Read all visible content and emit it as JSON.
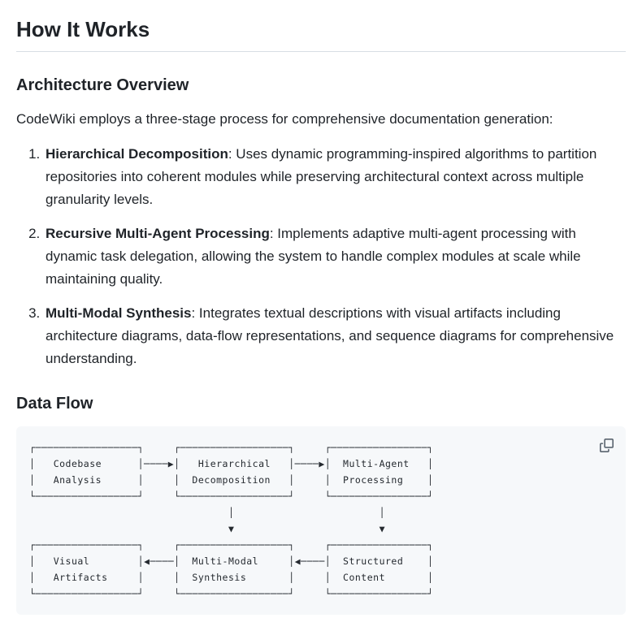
{
  "page": {
    "title": "How It Works"
  },
  "architecture": {
    "heading": "Architecture Overview",
    "intro": "CodeWiki employs a three-stage process for comprehensive documentation generation:",
    "list": [
      {
        "term": "Hierarchical Decomposition",
        "description": ": Uses dynamic programming-inspired algorithms to partition repositories into coherent modules while preserving architectural context across multiple granularity levels."
      },
      {
        "term": "Recursive Multi-Agent Processing",
        "description": ": Implements adaptive multi-agent processing with dynamic task delegation, allowing the system to handle complex modules at scale while maintaining quality."
      },
      {
        "term": "Multi-Modal Synthesis",
        "description": ": Integrates textual descriptions with visual artifacts including architecture diagrams, data-flow representations, and sequence diagrams for comprehensive understanding."
      }
    ]
  },
  "data_flow": {
    "heading": "Data Flow",
    "diagram_ascii": "┌─────────────────┐     ┌──────────────────┐     ┌────────────────┐\n│   Codebase      │────▶│   Hierarchical   │────▶│  Multi-Agent   │\n│   Analysis      │     │  Decomposition   │     │  Processing    │\n└─────────────────┘     └──────────────────┘     └────────────────┘\n                                 │                        │\n                                 ▼                        ▼\n┌─────────────────┐     ┌──────────────────┐     ┌────────────────┐\n│   Visual        │◀────│  Multi-Modal     │◀────│  Structured    │\n│   Artifacts     │     │  Synthesis       │     │  Content       │\n└─────────────────┘     └──────────────────┘     └────────────────┘",
    "diagram_nodes": [
      "Codebase Analysis",
      "Hierarchical Decomposition",
      "Multi-Agent Processing",
      "Visual Artifacts",
      "Multi-Modal Synthesis",
      "Structured Content"
    ],
    "copy_icon": "copy-icon"
  },
  "colors": {
    "text": "#1f2328",
    "divider": "#d8dee4",
    "code_block_bg": "#f6f8fa",
    "copy_icon": "#59636e"
  }
}
